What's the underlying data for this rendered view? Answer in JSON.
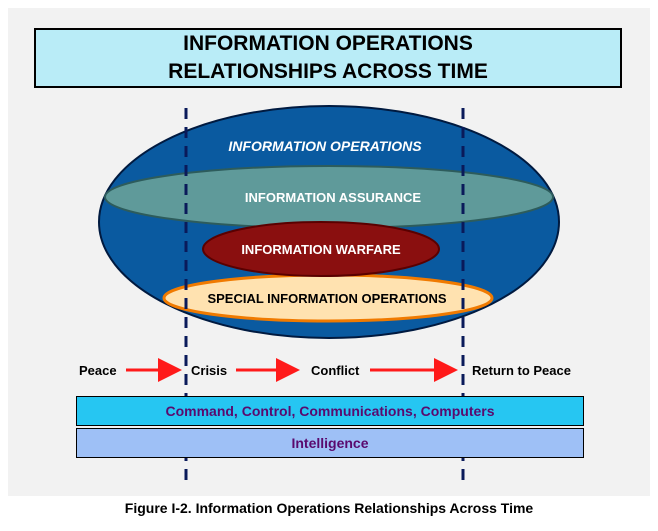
{
  "title": {
    "line1": "INFORMATION OPERATIONS",
    "line2": "RELATIONSHIPS ACROSS TIME"
  },
  "ellipses": {
    "operations": "INFORMATION OPERATIONS",
    "assurance": "INFORMATION ASSURANCE",
    "warfare": "INFORMATION WARFARE",
    "special": "SPECIAL INFORMATION OPERATIONS"
  },
  "timeline": {
    "phases": [
      "Peace",
      "Crisis",
      "Conflict",
      "Return to Peace"
    ]
  },
  "bars": {
    "c4": "Command, Control, Communications, Computers",
    "intelligence": "Intelligence"
  },
  "caption": "Figure I-2.  Information Operations Relationships Across Time",
  "colors": {
    "outer": "#0a5aa0",
    "assurance": "#5f9a9a",
    "warfare": "#8a0f0f",
    "special": "#ffe2b0",
    "arrow": "#ff1a1a"
  }
}
